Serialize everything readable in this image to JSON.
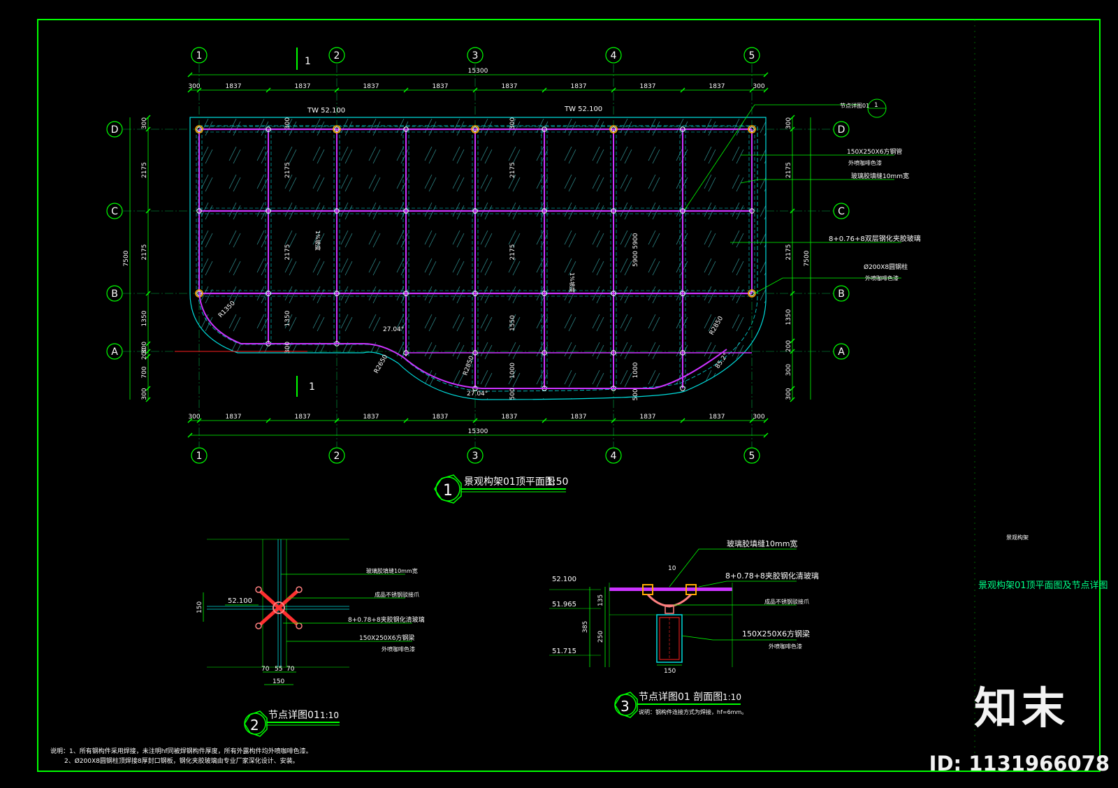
{
  "title_block": {
    "project": "景观构架",
    "sheet_title": "景观构架01顶平面图及节点详图"
  },
  "plan": {
    "label_number": "1",
    "title": "景观构架01顶平面图",
    "scale": "1:50",
    "grid_cols": [
      "1",
      "2",
      "3",
      "4",
      "5"
    ],
    "grid_rows": [
      "D",
      "C",
      "B",
      "A"
    ],
    "overall_width": "15300",
    "overall_height": "7500",
    "top_dims": [
      "300",
      "1837",
      "1837",
      "1837",
      "1837",
      "1837",
      "1837",
      "1837",
      "1837",
      "300"
    ],
    "left_dims": [
      "300",
      "2175",
      "2175",
      "1350",
      "300",
      "200",
      "700",
      "300"
    ],
    "right_dims": [
      "300",
      "2175",
      "2175",
      "1350",
      "200",
      "300",
      "300"
    ],
    "inner_dims": {
      "col2": [
        "300",
        "2175",
        "2175",
        "1350",
        "300"
      ],
      "col3": [
        "300",
        "2175",
        "2175",
        "1550",
        "1000",
        "500"
      ],
      "col4": [
        "5900",
        "1000",
        "500"
      ]
    },
    "tw_labels": [
      "TW 52.100",
      "TW 52.100"
    ],
    "slope_labels": [
      "1%坡度",
      "1%坡度"
    ],
    "radii": [
      "R1350",
      "R2650",
      "R2850",
      "R2850"
    ],
    "angles": [
      "27.04°",
      "27.04°",
      "85.2°"
    ],
    "section_mark": "1",
    "callouts": [
      {
        "text": "节点详图01",
        "ref": "1"
      },
      {
        "text": "150X250X6方钢管",
        "sub": "外喷咖啡色漆"
      },
      {
        "text": "玻璃胶填缝10mm宽"
      },
      {
        "text": "8+0.76+8双层钢化夹胶玻璃"
      },
      {
        "text": "Ø200X8圆钢柱",
        "sub": "外喷咖啡色漆"
      }
    ]
  },
  "detail2": {
    "label_number": "2",
    "title": "节点详图01",
    "scale": "1:10",
    "level": "52.100",
    "dims": [
      "150",
      "70",
      "55",
      "70",
      "150"
    ],
    "callouts": [
      "玻璃胶填缝10mm宽",
      "成品不锈钢驳接爪",
      "8+0.78+8夹胶钢化清玻璃",
      "150X250X6方钢梁",
      "外喷咖啡色漆"
    ]
  },
  "detail3": {
    "label_number": "3",
    "title": "节点详图01 剖面图",
    "scale": "1:10",
    "levels": [
      "52.100",
      "51.965",
      "51.715"
    ],
    "dims": [
      "10",
      "135",
      "385",
      "250",
      "150"
    ],
    "callouts": [
      "玻璃胶填缝10mm宽",
      "8+0.78+8夹胶钢化清玻璃",
      "成品不锈钢驳接爪",
      "150X250X6方钢梁",
      "外喷咖啡色漆"
    ],
    "note": "说明：钢构件连接方式为焊接，hf=6mm。"
  },
  "notes": [
    "说明：1、所有钢构件采用焊接，未注明hf同被焊钢构件厚度，所有外露构件均外喷咖啡色漆。",
    "2、Ø200X8圆钢柱顶焊接8厚封口钢板，钢化夹胶玻璃由专业厂家深化设计、安装。"
  ],
  "watermark": {
    "brand": "知末",
    "id": "ID: 1131966078"
  },
  "colors": {
    "bg": "#000000",
    "frame": "#00ff00",
    "grid": "#00cc44",
    "dim": "#00ff00",
    "glass": "#00dddd",
    "beam": "#cc33ff",
    "text": "#ffffff",
    "cut": "#ff2020"
  }
}
